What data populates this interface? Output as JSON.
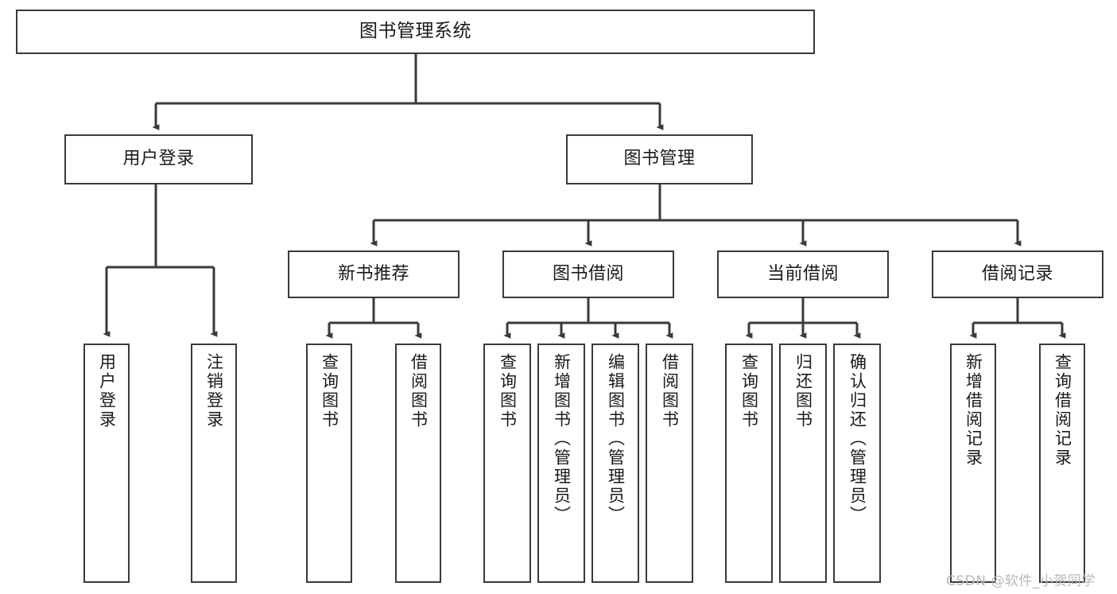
{
  "diagram": {
    "type": "tree",
    "orientation": "top-down",
    "colors": {
      "box_border": "#3a3a3a",
      "box_fill": "#ffffff",
      "edge": "#3a3a3a",
      "text": "#1a1a1a",
      "watermark": "#b9b9b9",
      "background": "#ffffff"
    },
    "root": {
      "label": "图书管理系统"
    },
    "level2": [
      {
        "label": "用户登录"
      },
      {
        "label": "图书管理"
      }
    ],
    "level3": [
      {
        "label": "新书推荐"
      },
      {
        "label": "图书借阅"
      },
      {
        "label": "当前借阅"
      },
      {
        "label": "借阅记录"
      }
    ],
    "leaves": {
      "user_login": [
        {
          "label": "用户登录"
        },
        {
          "label": "注销登录"
        }
      ],
      "new_book_recommend": [
        {
          "label": "查询图书"
        },
        {
          "label": "借阅图书"
        }
      ],
      "book_borrow": [
        {
          "label": "查询图书"
        },
        {
          "label": "新增图书（管理员）"
        },
        {
          "label": "编辑图书（管理员）"
        },
        {
          "label": "借阅图书"
        }
      ],
      "current_borrow": [
        {
          "label": "查询图书"
        },
        {
          "label": "归还图书"
        },
        {
          "label": "确认归还（管理员）"
        }
      ],
      "borrow_record": [
        {
          "label": "新增借阅记录"
        },
        {
          "label": "查询借阅记录"
        }
      ]
    },
    "watermark": {
      "text": "CSDN @软件_小贺同学"
    }
  }
}
